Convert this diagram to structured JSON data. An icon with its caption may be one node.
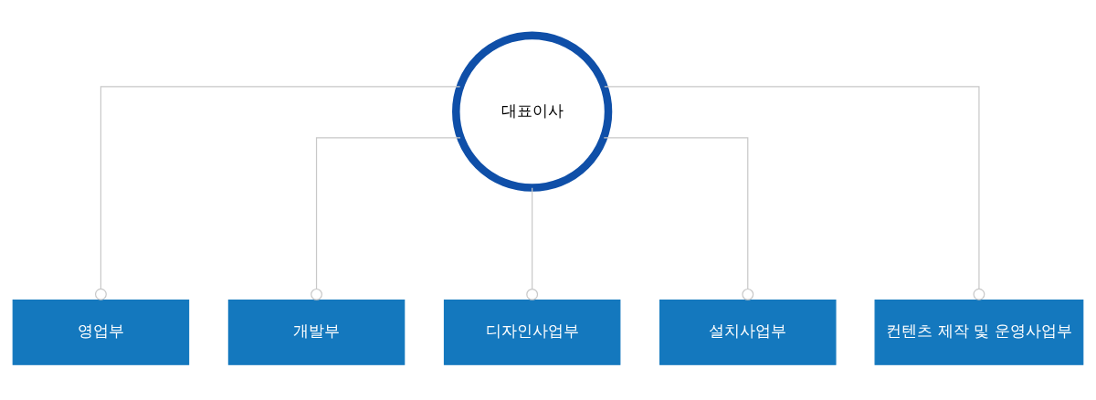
{
  "diagram": {
    "nodes": [
      {
        "text": [
          "대표이사"
        ]
      },
      {
        "text": [
          "영업부"
        ]
      },
      {
        "text": [
          "개발부"
        ]
      },
      {
        "text": [
          "디자인사업부"
        ]
      },
      {
        "text": [
          "설치사업부"
        ]
      },
      {
        "text": [
          "컨텐츠 제작 및 운영사업부"
        ]
      }
    ],
    "edges": [
      {
        "from": 0,
        "to": 1,
        "arrow": "other"
      },
      {
        "from": 0,
        "to": 2,
        "arrow": "other"
      },
      {
        "from": 0,
        "to": 3,
        "arrow": "other"
      },
      {
        "from": 0,
        "to": 4,
        "arrow": "other"
      },
      {
        "from": 0,
        "to": 5,
        "arrow": "other"
      }
    ]
  }
}
